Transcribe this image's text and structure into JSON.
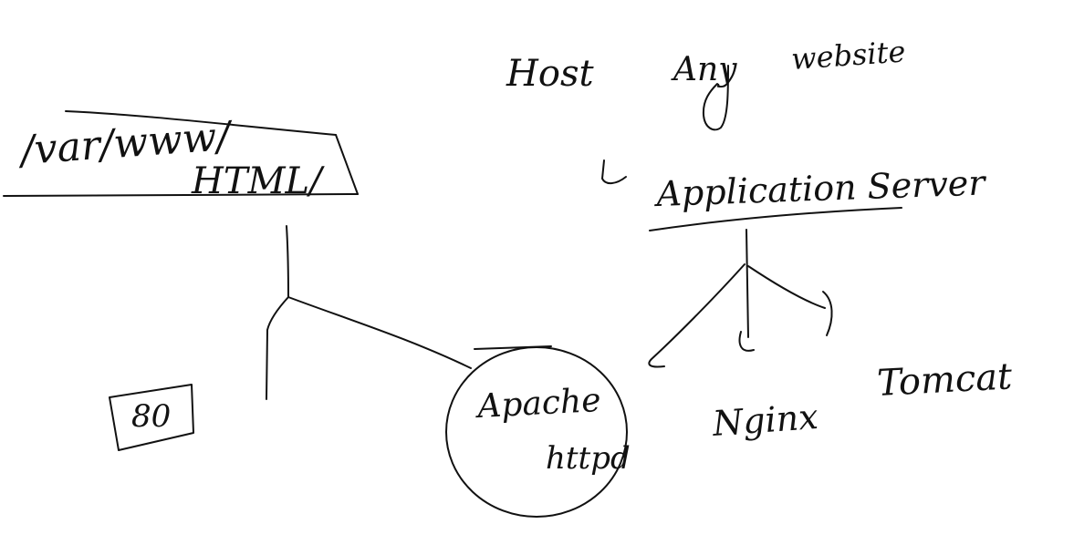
{
  "labels": {
    "path": "/var/www/",
    "html": "HTML/",
    "host_word": "Host",
    "any_word": "Any",
    "website_word": "website",
    "app_server": "Application Server",
    "port": "80",
    "apache": "Apache",
    "httpd": "httpd",
    "nginx": "Nginx",
    "tomcat": "Tomcat"
  },
  "colors": {
    "ink": "#111111",
    "paper": "#ffffff"
  }
}
